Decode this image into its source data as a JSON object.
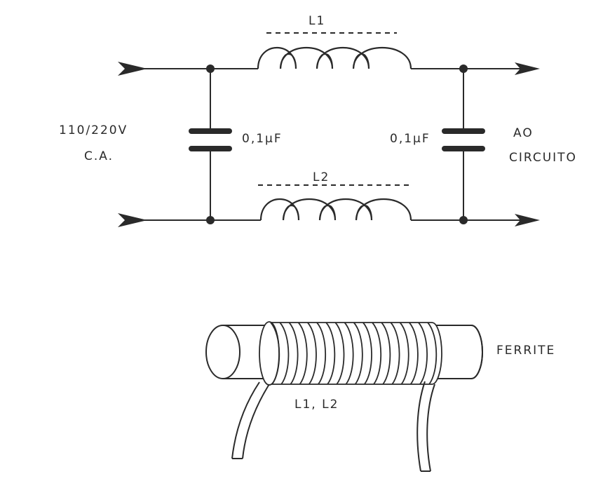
{
  "labels": {
    "l1": "L1",
    "l2": "L2",
    "input_voltage": "110/220V",
    "input_type": "C.A.",
    "cap_left": "0,1µF",
    "cap_right": "0,1µF",
    "output_line1": "AO",
    "output_line2": "CIRCUITO",
    "ferrite": "FERRITE",
    "coils": "L1, L2"
  },
  "colors": {
    "ink": "#2a2a2a",
    "background": "#ffffff",
    "rod_shade": "#e6e6e6"
  },
  "icons": {
    "inductor": "inductor-symbol",
    "capacitor": "capacitor-symbol",
    "junction": "junction-dot",
    "arrow": "arrowhead"
  }
}
